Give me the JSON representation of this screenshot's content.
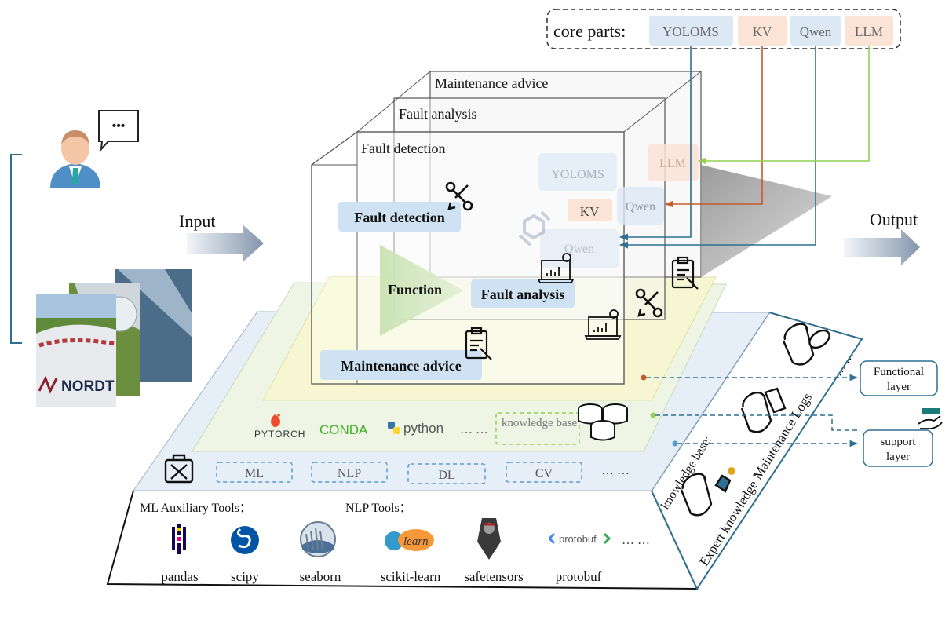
{
  "io": {
    "input_label": "Input",
    "output_label": "Output",
    "speech_glyph": "•••",
    "photo_logo_text": "NORDT",
    "icons": [
      "user-avatar-icon",
      "chat-bubble-icon",
      "wind-turbine-photo-stack"
    ]
  },
  "core_parts": {
    "label": "core parts:",
    "items": [
      {
        "text": "YOLOMS",
        "color": "#dde8f5"
      },
      {
        "text": "KV",
        "color": "#fbe3d6"
      },
      {
        "text": "Qwen",
        "color": "#dde8f5"
      },
      {
        "text": "LLM",
        "color": "#fbe3d6"
      }
    ]
  },
  "cube": {
    "layers": {
      "back": "Maintenance advice",
      "middle": "Fault analysis",
      "front": "Fault detection"
    },
    "inner_labels": {
      "yoloms": "YOLOMS",
      "llm": "LLM",
      "qwen_top": "Qwen",
      "kv": "KV",
      "qwen_bottom": "Qwen"
    },
    "functions": {
      "fault_detection": "Fault detection",
      "function": "Function",
      "fault_analysis": "Fault analysis",
      "maintenance_advice": "Maintenance advice"
    },
    "icons": [
      "tools-icon",
      "laptop-analytics-icon",
      "clipboard-wrench-icon",
      "qwen-logo-icon"
    ]
  },
  "platform": {
    "frameworks": [
      "PYTORCH",
      "CONDA",
      "python",
      "… …"
    ],
    "knowledge_base": "knowledge base",
    "algorithms": [
      "ML",
      "NLP",
      "DL",
      "CV"
    ],
    "algorithms_more": "… …",
    "ml_tools_label": "ML Auxiliary Tools：",
    "nlp_tools_label": "NLP Tools：",
    "tools": [
      {
        "name": "pandas",
        "icon": "pandas-logo-icon"
      },
      {
        "name": "scipy",
        "icon": "scipy-logo-icon"
      },
      {
        "name": "seaborn",
        "icon": "seaborn-logo-icon"
      },
      {
        "name": "scikit-learn",
        "icon": "scikit-learn-logo-icon"
      },
      {
        "name": "safetensors",
        "icon": "safetensors-logo-icon"
      },
      {
        "name": "protobuf",
        "icon": "protobuf-logo-icon"
      }
    ],
    "tools_more": "… …",
    "logo_learn": "learn",
    "side_face": {
      "knowledge_base": "knowledge base:",
      "maintenance_logs": "Maintenance Logs",
      "expert_knowledge": "Expert knowledge",
      "dots": "… …"
    }
  },
  "right_labels": {
    "functional_line1": "Functional",
    "functional_line2": "layer",
    "support_line1": "support",
    "support_line2": "layer"
  },
  "colors": {
    "blue_line": "#2e6f92",
    "orange_line": "#c55a2b",
    "green_line": "#92d050",
    "function_box": "#cfe2f3",
    "yellow_layer": "#f6f7d2",
    "green_layer": "#eef5e4",
    "blue_layer": "#e6eef8"
  }
}
